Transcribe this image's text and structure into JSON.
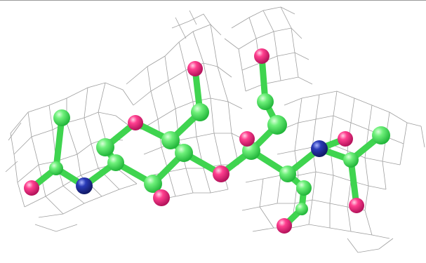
{
  "colors": {
    "background": "#ffffff",
    "mesh": "#9a9a9a",
    "carbon": "#6ef07a",
    "oxygen": "#ff3f8f",
    "nitrogen": "#2a3bb8",
    "top_rule": "#9a9a9a"
  },
  "scene": {
    "kind": "molecular-structure-with-electron-density-mesh",
    "atom_types": [
      "carbon",
      "oxygen",
      "nitrogen"
    ],
    "style": "ball-and-stick"
  }
}
